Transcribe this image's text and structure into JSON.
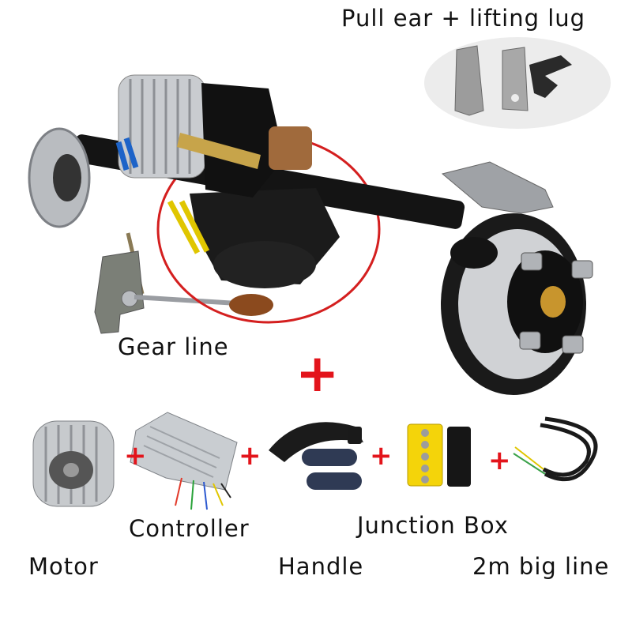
{
  "labels": {
    "pull_ear": "Pull ear + lifting lug",
    "gear_line": "Gear line",
    "controller": "Controller",
    "junction_box": "Junction Box",
    "motor": "Motor",
    "handle": "Handle",
    "big_line": "2m big line"
  },
  "plus": {
    "big": "+",
    "small": "+"
  },
  "colors": {
    "accent_red": "#e3141b",
    "axle_black": "#141414",
    "disc_silver": "#b9bcc0",
    "cable_red": "#d41f1f",
    "junction_yellow": "#f4d40a",
    "background": "#ffffff"
  }
}
